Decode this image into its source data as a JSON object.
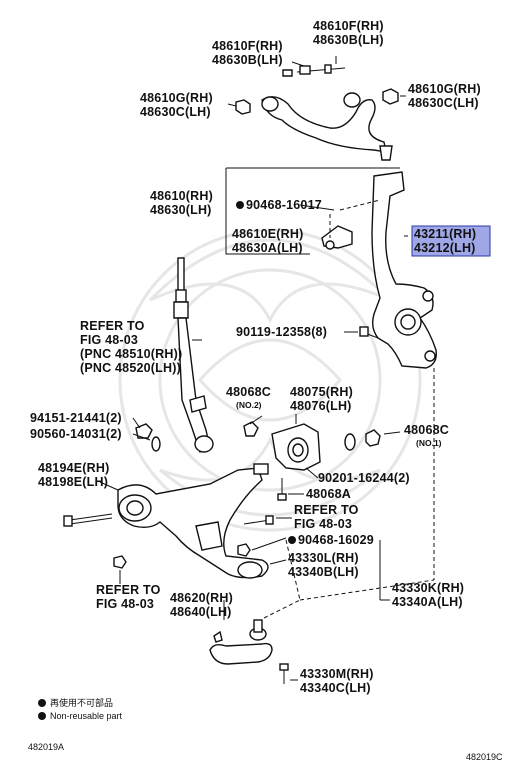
{
  "labels": {
    "p48610F_48630B_top": [
      "48610F(RH)",
      "48630B(LH)"
    ],
    "p48610F_48630B_left": [
      "48610F(RH)",
      "48630B(LH)"
    ],
    "p48610G_48630C_left": [
      "48610G(RH)",
      "48630C(LH)"
    ],
    "p48610G_48630C_right": [
      "48610G(RH)",
      "48630C(LH)"
    ],
    "p48610_48630": [
      "48610(RH)",
      "48630(LH)"
    ],
    "p90468_16017": "90468-16017",
    "p48610E_48630A": [
      "48610E(RH)",
      "48630A(LH)"
    ],
    "p43211_43212": [
      "43211(RH)",
      "43212(LH)"
    ],
    "refer_strut": [
      "REFER TO",
      "FIG 48-03",
      "(PNC 48510(RH))",
      "(PNC 48520(LH))"
    ],
    "p90119_12358": "90119-12358(8)",
    "p48068C_no2": [
      "48068C",
      "(NO.2)"
    ],
    "p48075_48076": [
      "48075(RH)",
      "48076(LH)"
    ],
    "p48068C_no1": [
      "48068C",
      "(NO.1)"
    ],
    "p94151_21441": "94151-21441(2)",
    "p90560_14031": "90560-14031(2)",
    "p90201_16244": "90201-16244(2)",
    "p48194E_48198E": [
      "48194E(RH)",
      "48198E(LH)"
    ],
    "p48068A": "48068A",
    "refer_bolt": [
      "REFER TO",
      "FIG 48-03"
    ],
    "p90468_16029": "90468-16029",
    "p43330L_43340B": [
      "43330L(RH)",
      "43340B(LH)"
    ],
    "refer_nut": [
      "REFER TO",
      "FIG 48-03"
    ],
    "p48620_48640": [
      "48620(RH)",
      "48640(LH)"
    ],
    "p43330K_43340A": [
      "43330K(RH)",
      "43340A(LH)"
    ],
    "p43330M_43340C": [
      "43330M(RH)",
      "43340C(LH)"
    ]
  },
  "legend": {
    "line1": "再使用不可部品",
    "line2": "Non-reusable part"
  },
  "codes": {
    "left": "482019A",
    "right": "482019C"
  },
  "colors": {
    "ink": "#111111",
    "highlight": "#9fa7e6",
    "watermark": "#e6e6e6"
  }
}
